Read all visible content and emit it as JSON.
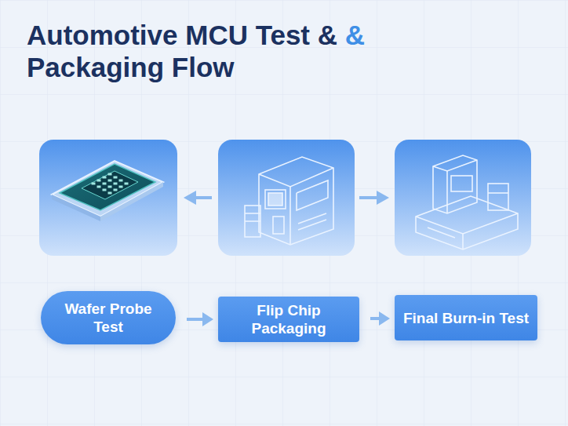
{
  "diagram": {
    "title": "Automotive MCU Test & & Packaging Flow",
    "nodes": [
      {
        "text": [
          "Wafer Probe Test"
        ]
      },
      {
        "text": [
          "Flip Chip Packaging"
        ]
      },
      {
        "text": [
          "Final Burn-in Test"
        ]
      }
    ],
    "edges": [
      {
        "from": 0,
        "to": 1,
        "arrow": "to"
      },
      {
        "from": 1,
        "to": 2,
        "arrow": "to"
      }
    ]
  }
}
